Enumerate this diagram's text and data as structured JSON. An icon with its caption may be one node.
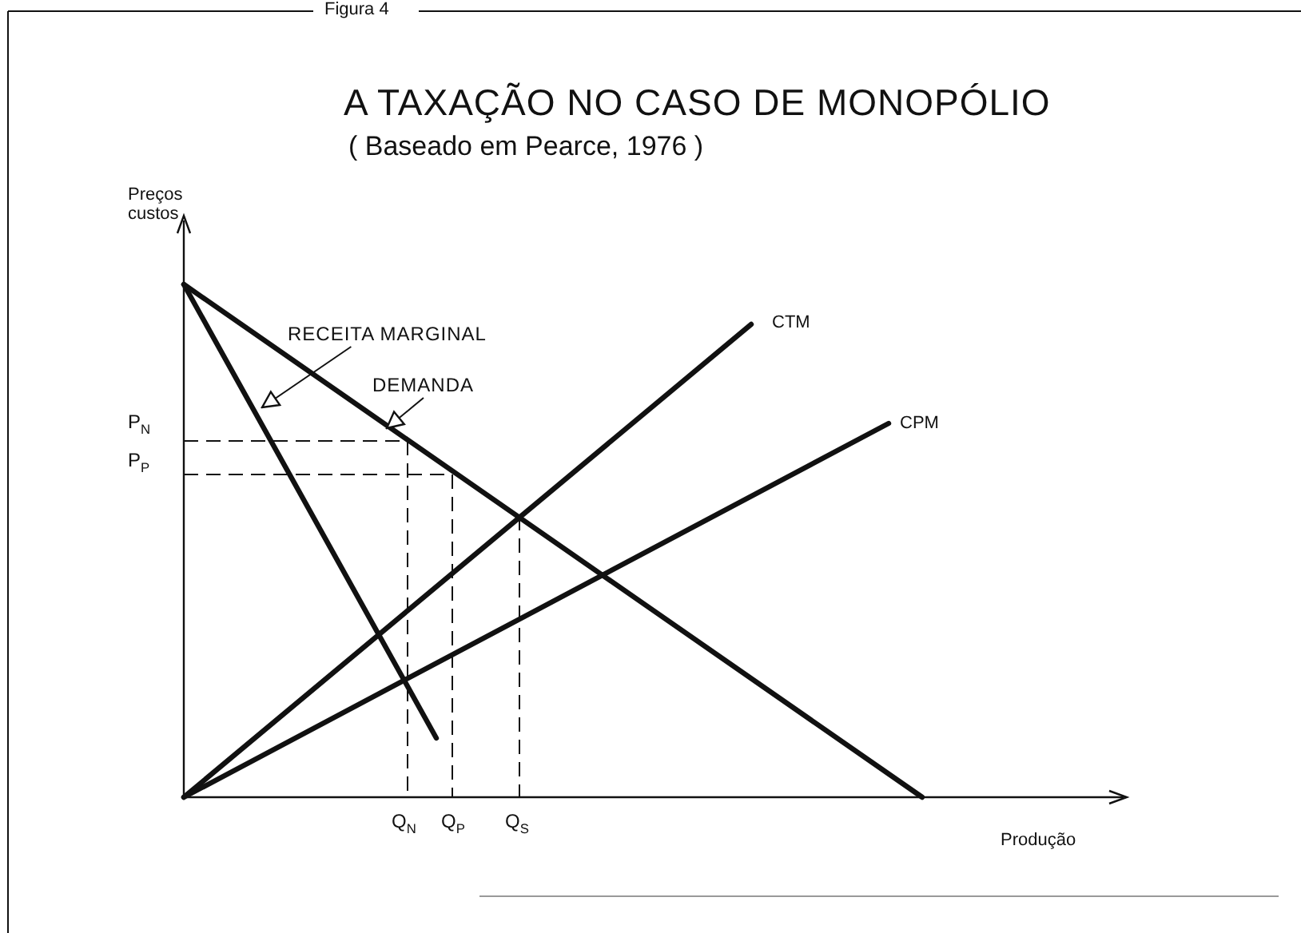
{
  "diagram": {
    "title": "A TAXAÇÃO NO CASO DE MONOPÓLIO",
    "nodes": [
      {
        "text": [
          "RECEITA MARGINAL"
        ]
      },
      {
        "text": [
          "DEMANDA"
        ]
      }
    ],
    "edges": [
      {
        "from": 0,
        "to": null,
        "arrow": "to"
      },
      {
        "from": 1,
        "to": null,
        "arrow": "to"
      }
    ],
    "labels": [
      "Figura 4",
      "( Baseado em Pearce, 1976 )",
      "Preços custos",
      "CTM",
      "P$_{N}$",
      "P$_{P}$",
      "CPM",
      "Q$_{N}$",
      "Q$_{P}$",
      "Q$_{S}$",
      "Produção"
    ]
  }
}
